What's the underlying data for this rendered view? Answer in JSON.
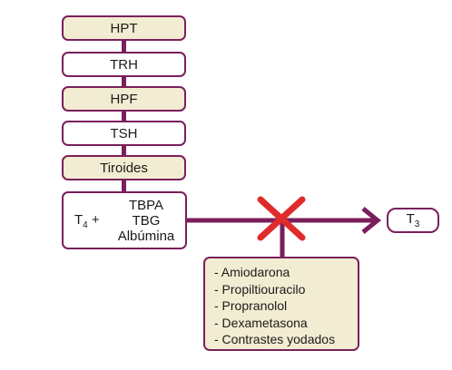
{
  "axis_boxes": [
    {
      "label": "HPT",
      "style": "cream"
    },
    {
      "label": "TRH",
      "style": "white"
    },
    {
      "label": "HPF",
      "style": "cream"
    },
    {
      "label": "TSH",
      "style": "white"
    },
    {
      "label": "Tiroides",
      "style": "cream"
    }
  ],
  "transport": {
    "t4_main": "T",
    "t4_sub": "4",
    "t4_suffix": " +",
    "proteins": [
      "TBPA",
      "TBG",
      "Albúmina"
    ]
  },
  "t3": {
    "main": "T",
    "sub": "3"
  },
  "drugs": [
    "- Amiodarona",
    "- Propiltiouracilo",
    "- Propranolol",
    "- Dexametasona",
    "- Contrastes yodados"
  ],
  "colors": {
    "line": "#7a1f5c",
    "cross": "#e02b2b",
    "cream_fill": "#f2ecd2"
  }
}
